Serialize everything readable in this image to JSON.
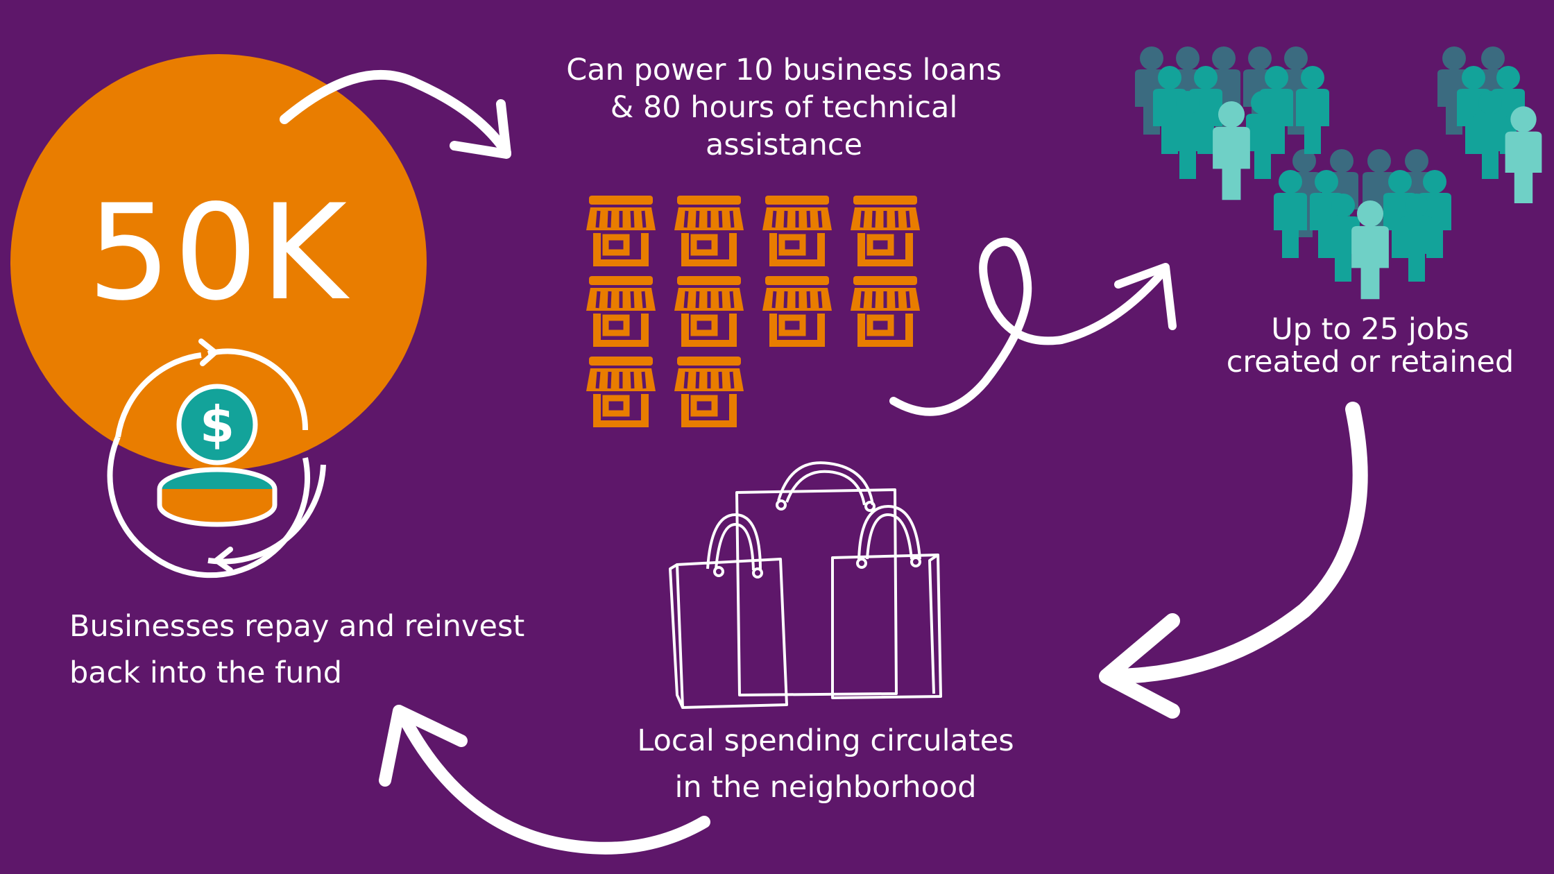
{
  "colors": {
    "background": "#5e176a",
    "accent_orange": "#e97d00",
    "teal": "#13a39a",
    "light_teal": "#6fd0c6",
    "slate": "#3b6b80",
    "white": "#ffffff"
  },
  "fund": {
    "amount": "50K"
  },
  "steps": {
    "loans": {
      "line1": "Can power 10 business loans",
      "line2": "& 80 hours of technical",
      "line3": "assistance"
    },
    "jobs": {
      "line1": "Up to 25 jobs",
      "line2": "created or retained"
    },
    "spending": {
      "line1": "Local spending circulates",
      "line2": "in the neighborhood"
    },
    "repay": {
      "line1": "Businesses repay and reinvest",
      "line2": "back into the fund"
    }
  },
  "stores": {
    "count": 10
  },
  "icons": [
    "storefront-icon",
    "people-crowd-icon",
    "shopping-bags-icon",
    "coin-cycle-icon",
    "dollar-icon",
    "curved-arrow-icon"
  ]
}
